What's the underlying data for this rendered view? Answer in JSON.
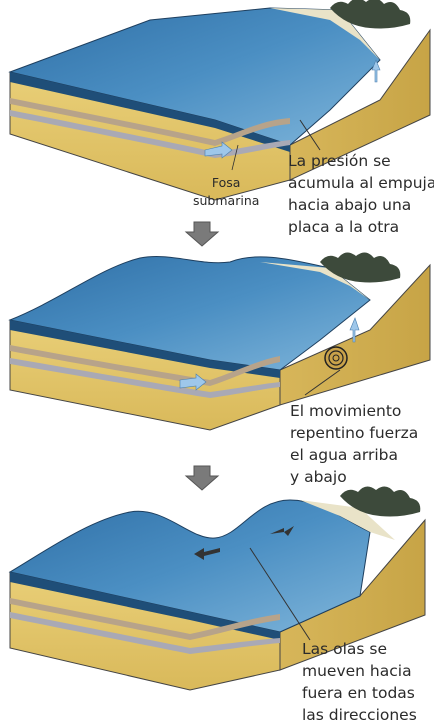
{
  "panels": [
    {
      "caption_lines": [
        "La presión se",
        "acumula al empujar",
        "hacia abajo una",
        "placa a la otra"
      ],
      "trench_label_lines": [
        "Fosa",
        "submarina"
      ]
    },
    {
      "caption_lines": [
        "El movimiento",
        "repentino fuerza",
        "el agua arriba",
        "y abajo"
      ]
    },
    {
      "caption_lines": [
        "Las olas se",
        "mueven hacia",
        "fuera en todas",
        "las direcciones"
      ]
    }
  ],
  "colors": {
    "water": "#3f82b8",
    "water_dark": "#1f4e78",
    "sediment": "#e2c56a",
    "crust": "#b7a38a",
    "arrow": "#7a7a7a",
    "label_text": "#2b2b2b"
  }
}
